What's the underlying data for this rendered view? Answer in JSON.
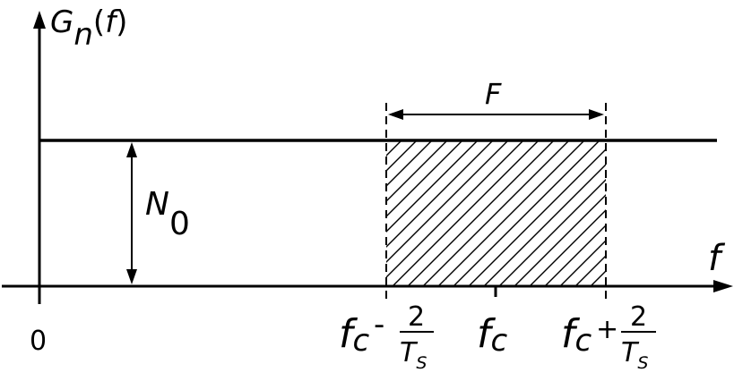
{
  "y_label": {
    "main": "G",
    "sub": "n",
    "paren_open": "(",
    "var": "f",
    "paren_close": ")"
  },
  "x_label": "f",
  "origin_label": "0",
  "level_label": {
    "main": "N",
    "sub": "0"
  },
  "band_label": "F",
  "ticks": {
    "lower": {
      "main": "f",
      "sub": "c",
      "op": "-",
      "num": "2",
      "den_main": "T",
      "den_sub": "S"
    },
    "center": {
      "main": "f",
      "sub": "c"
    },
    "upper": {
      "main": "f",
      "sub": "c",
      "op": "+",
      "num": "2",
      "den_main": "T",
      "den_sub": "S"
    }
  }
}
